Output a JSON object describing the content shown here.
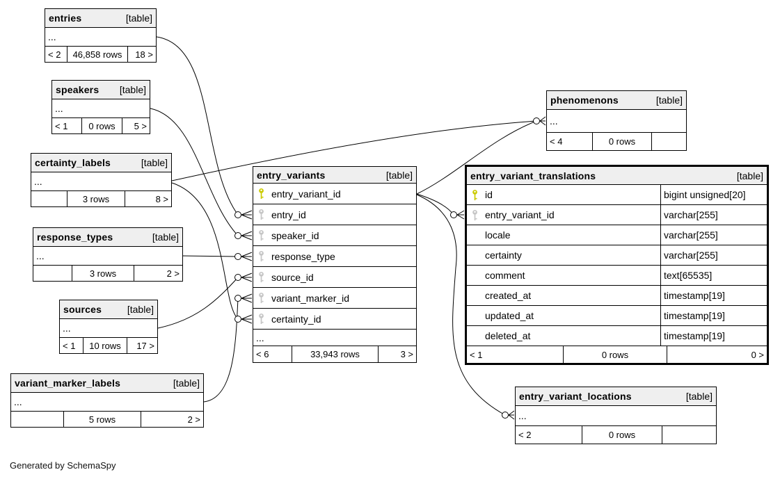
{
  "diagram": {
    "credit": "Generated by SchemaSpy",
    "collapsed_marker": "..."
  },
  "colors": {
    "primary_key": "#cbcb00",
    "foreign_key": "#c6c6c6",
    "header_bg": "#efefef",
    "line": "#000000",
    "table_bg": "#ffffff"
  },
  "icons": {
    "primary_key": "primary-key-icon",
    "foreign_key": "foreign-key-icon",
    "many_end": "crow-foot-circle-icon"
  },
  "tables": {
    "entries": {
      "name": "entries",
      "tag": "[table]",
      "collapsed": "...",
      "footer": {
        "left": "< 2",
        "middle": "46,858 rows",
        "right": "18 >"
      }
    },
    "speakers": {
      "name": "speakers",
      "tag": "[table]",
      "collapsed": "...",
      "footer": {
        "left": "< 1",
        "middle": "0 rows",
        "right": "5 >"
      }
    },
    "certainty_labels": {
      "name": "certainty_labels",
      "tag": "[table]",
      "collapsed": "...",
      "footer": {
        "left": "",
        "middle": "3 rows",
        "right": "8 >"
      }
    },
    "response_types": {
      "name": "response_types",
      "tag": "[table]",
      "collapsed": "...",
      "footer": {
        "left": "",
        "middle": "3 rows",
        "right": "2 >"
      }
    },
    "sources": {
      "name": "sources",
      "tag": "[table]",
      "collapsed": "...",
      "footer": {
        "left": "< 1",
        "middle": "10 rows",
        "right": "17 >"
      }
    },
    "variant_marker_labels": {
      "name": "variant_marker_labels",
      "tag": "[table]",
      "collapsed": "...",
      "footer": {
        "left": "",
        "middle": "5 rows",
        "right": "2 >"
      }
    },
    "entry_variants": {
      "name": "entry_variants",
      "tag": "[table]",
      "collapsed": "...",
      "fields": [
        {
          "name": "entry_variant_id",
          "key": "pk"
        },
        {
          "name": "entry_id",
          "key": "fk"
        },
        {
          "name": "speaker_id",
          "key": "fk"
        },
        {
          "name": "response_type",
          "key": "fk"
        },
        {
          "name": "source_id",
          "key": "fk"
        },
        {
          "name": "variant_marker_id",
          "key": "fk"
        },
        {
          "name": "certainty_id",
          "key": "fk"
        }
      ],
      "footer": {
        "left": "< 6",
        "middle": "33,943 rows",
        "right": "3 >"
      }
    },
    "phenomenons": {
      "name": "phenomenons",
      "tag": "[table]",
      "collapsed": "...",
      "footer": {
        "left": "< 4",
        "middle": "0 rows",
        "right": ""
      }
    },
    "entry_variant_translations": {
      "name": "entry_variant_translations",
      "tag": "[table]",
      "fields": [
        {
          "name": "id",
          "key": "pk",
          "type": "bigint unsigned[20]"
        },
        {
          "name": "entry_variant_id",
          "key": "fk",
          "type": "varchar[255]"
        },
        {
          "name": "locale",
          "key": "",
          "type": "varchar[255]"
        },
        {
          "name": "certainty",
          "key": "",
          "type": "varchar[255]"
        },
        {
          "name": "comment",
          "key": "",
          "type": "text[65535]"
        },
        {
          "name": "created_at",
          "key": "",
          "type": "timestamp[19]"
        },
        {
          "name": "updated_at",
          "key": "",
          "type": "timestamp[19]"
        },
        {
          "name": "deleted_at",
          "key": "",
          "type": "timestamp[19]"
        }
      ],
      "footer": {
        "left": "< 1",
        "middle": "0 rows",
        "right": "0 >"
      }
    },
    "entry_variant_locations": {
      "name": "entry_variant_locations",
      "tag": "[table]",
      "collapsed": "...",
      "footer": {
        "left": "< 2",
        "middle": "0 rows",
        "right": ""
      }
    }
  },
  "relationships": [
    {
      "from": "entries",
      "to": "entry_variants.entry_id"
    },
    {
      "from": "speakers",
      "to": "entry_variants.speaker_id"
    },
    {
      "from": "certainty_labels",
      "to": "entry_variants.certainty_id"
    },
    {
      "from": "certainty_labels",
      "to": "phenomenons"
    },
    {
      "from": "response_types",
      "to": "entry_variants.response_type"
    },
    {
      "from": "sources",
      "to": "entry_variants.source_id"
    },
    {
      "from": "variant_marker_labels",
      "to": "entry_variants.variant_marker_id"
    },
    {
      "from": "entry_variants.entry_variant_id",
      "to": "phenomenons"
    },
    {
      "from": "entry_variants.entry_variant_id",
      "to": "entry_variant_translations.entry_variant_id"
    },
    {
      "from": "entry_variants.entry_variant_id",
      "to": "entry_variant_locations"
    }
  ]
}
